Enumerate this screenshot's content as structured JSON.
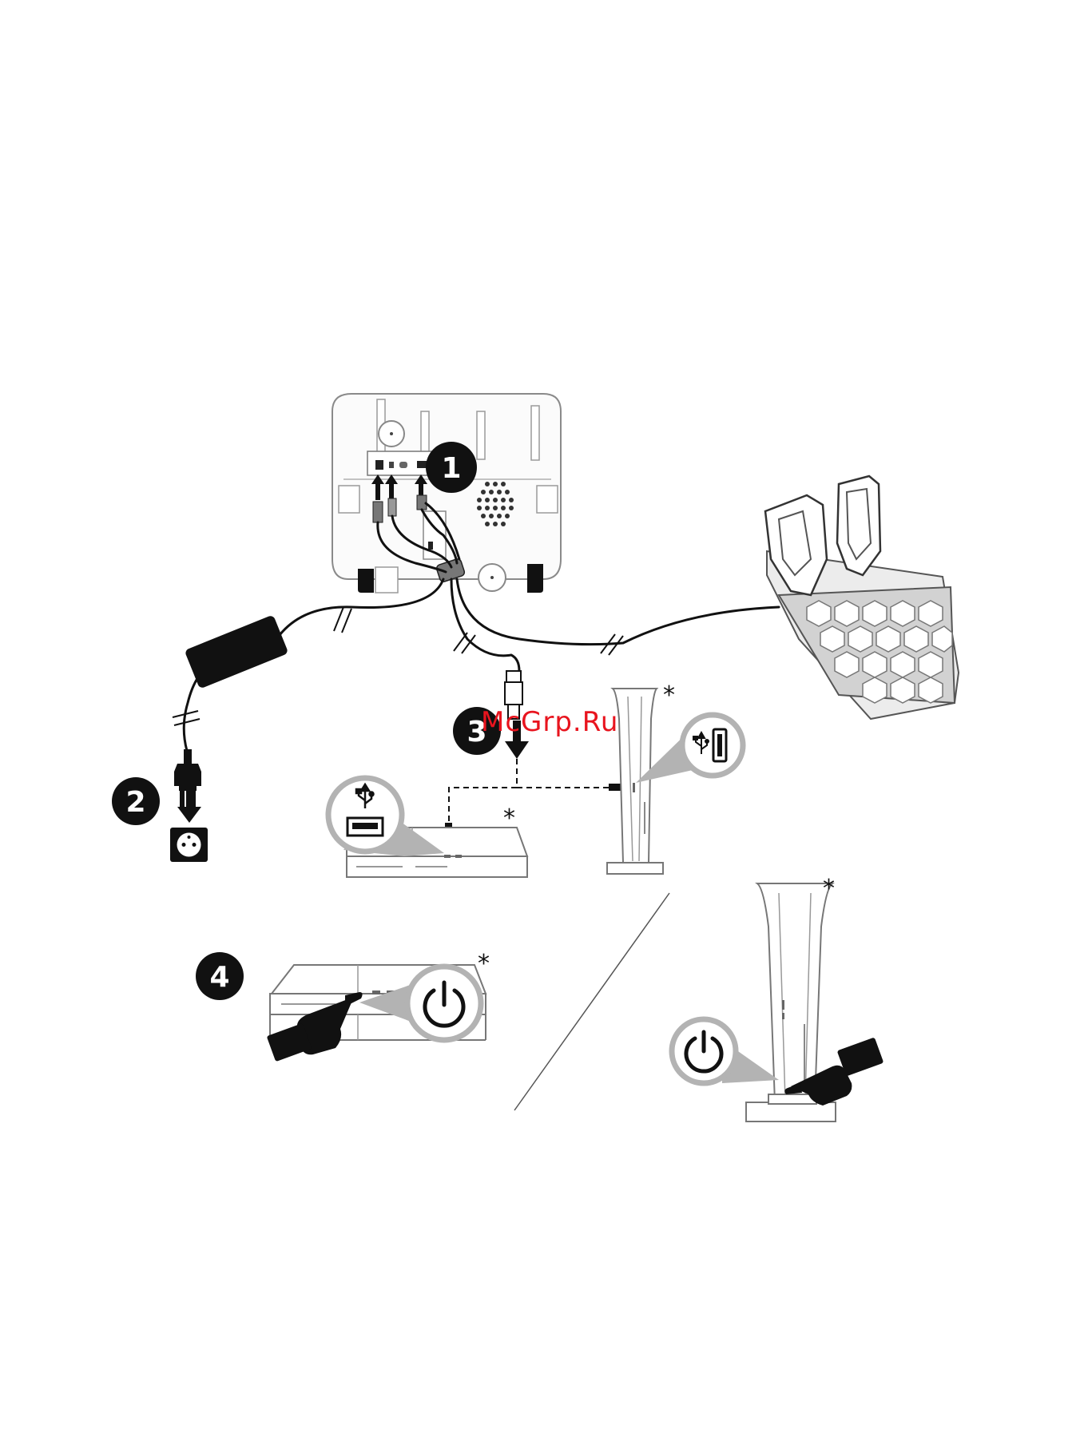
{
  "steps": [
    {
      "number": "1"
    },
    {
      "number": "2"
    },
    {
      "number": "3"
    },
    {
      "number": "4"
    }
  ],
  "asterisk": "*",
  "watermark": "McGrp.Ru",
  "colors": {
    "ink": "#111111",
    "line": "#555555",
    "light_fill": "#f4f4f4",
    "grey_fill": "#b3b3b3",
    "watermark": "#e8141e"
  },
  "icons": [
    "power-icon",
    "usb-icon",
    "hand-pointer-icon",
    "plug-icon",
    "wall-socket-icon",
    "down-arrow-icon",
    "up-arrow-icon"
  ]
}
